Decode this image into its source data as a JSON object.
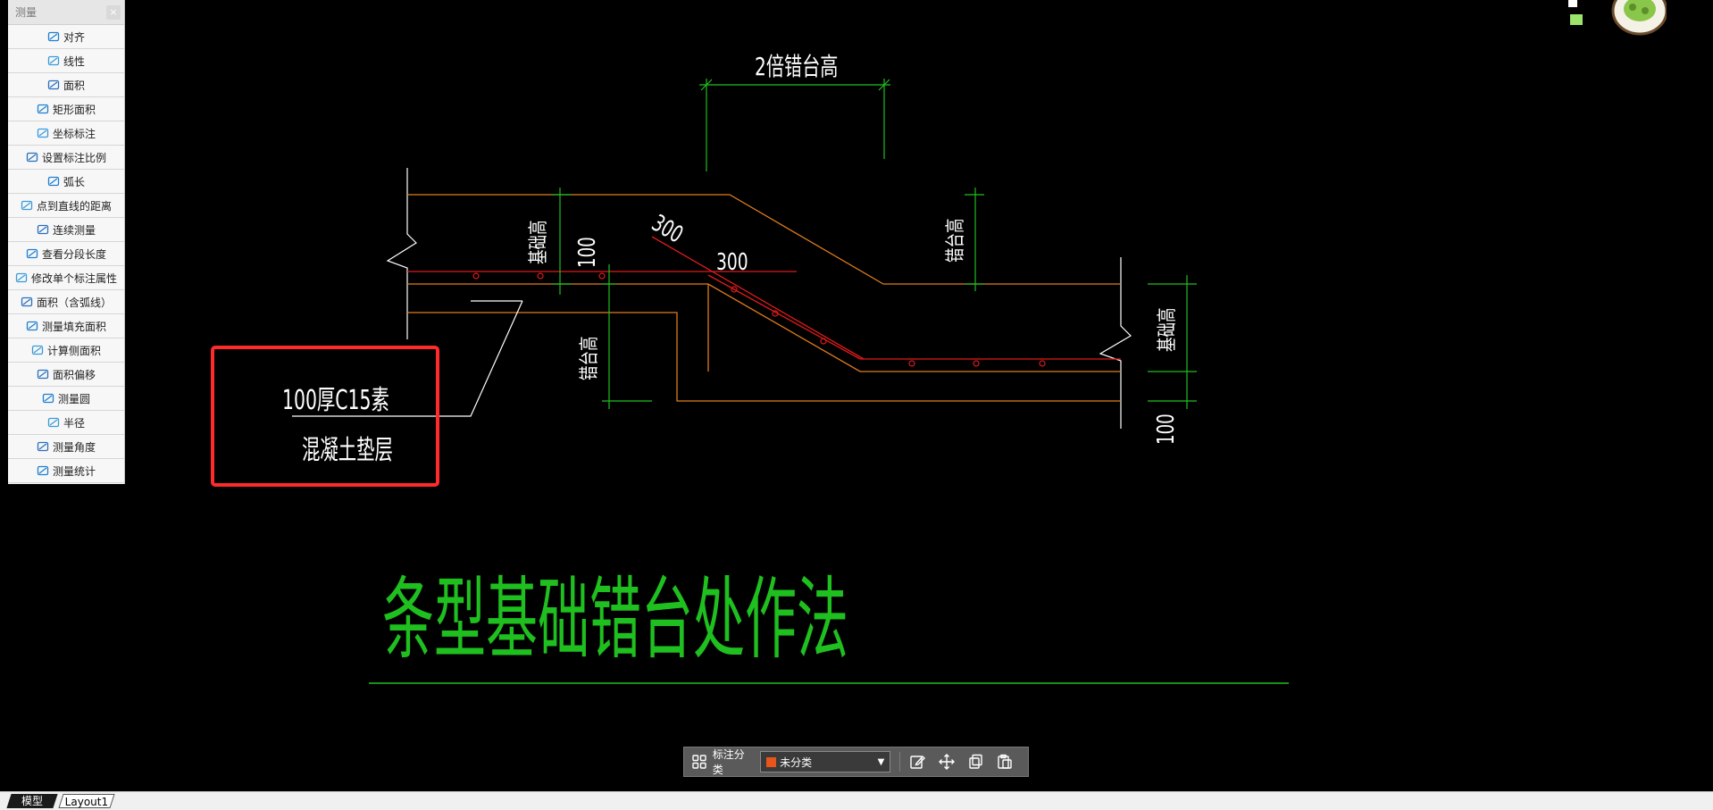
{
  "measure_panel": {
    "title": "测量",
    "close_label": "×",
    "items": [
      {
        "label": "对齐",
        "icon": "align-measure-icon"
      },
      {
        "label": "线性",
        "icon": "linear-measure-icon"
      },
      {
        "label": "面积",
        "icon": "area-icon"
      },
      {
        "label": "矩形面积",
        "icon": "rect-area-icon"
      },
      {
        "label": "坐标标注",
        "icon": "coordinate-icon"
      },
      {
        "label": "设置标注比例",
        "icon": "scale-icon"
      },
      {
        "label": "弧长",
        "icon": "arc-length-icon"
      },
      {
        "label": "点到直线的距离",
        "icon": "point-line-distance-icon"
      },
      {
        "label": "连续测量",
        "icon": "continuous-measure-icon"
      },
      {
        "label": "查看分段长度",
        "icon": "segment-length-icon"
      },
      {
        "label": "修改单个标注属性",
        "icon": "edit-annotation-icon"
      },
      {
        "label": "面积（含弧线）",
        "icon": "arc-area-icon"
      },
      {
        "label": "测量填充面积",
        "icon": "fill-area-icon"
      },
      {
        "label": "计算侧面积",
        "icon": "side-area-icon"
      },
      {
        "label": "面积偏移",
        "icon": "area-offset-icon"
      },
      {
        "label": "测量圆",
        "icon": "circle-measure-icon"
      },
      {
        "label": "半径",
        "icon": "radius-icon"
      },
      {
        "label": "测量角度",
        "icon": "angle-icon"
      },
      {
        "label": "测量统计",
        "icon": "statistics-icon"
      }
    ]
  },
  "drawing": {
    "title": "条型基础错台处作法",
    "dim_top": "2倍错台高",
    "label_jichu_left": "基础高",
    "label_100_left": "100",
    "label_300_slant": "300",
    "label_300": "300",
    "label_cuotai_right": "错台高",
    "label_cuotai_left": "错台高",
    "label_jichu_right": "基础高",
    "label_100_right": "100",
    "note_line1": "100厚C15素",
    "note_line2": "混凝土垫层",
    "colors": {
      "orange": "#e07c1c",
      "red": "#e01b1b",
      "green": "#1fbf1f",
      "white": "#ffffff",
      "highlight": "#ff2a2a"
    }
  },
  "annotation_toolbar": {
    "label": "标注分类",
    "category_value": "未分类",
    "swatch_color": "#e8561b",
    "icons": [
      "grid-icon",
      "edit-icon",
      "move-icon",
      "copy-icon",
      "paste-icon"
    ]
  },
  "layout_tabs": [
    {
      "label": "模型",
      "active": true
    },
    {
      "label": "Layout1",
      "active": false
    }
  ]
}
